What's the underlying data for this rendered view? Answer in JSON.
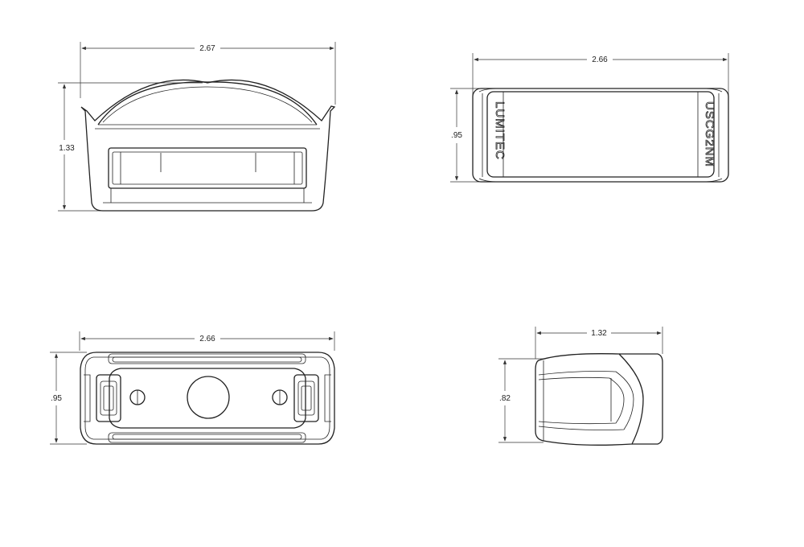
{
  "views": {
    "front": {
      "width_label": "2.67",
      "height_label": "1.33"
    },
    "top": {
      "width_label": "2.66",
      "height_label": ".95",
      "engraving_left": "LUMITEC",
      "engraving_right": "USCG2NM"
    },
    "bottom": {
      "width_label": "2.66",
      "height_label": ".95"
    },
    "side": {
      "width_label": "1.32",
      "height_label": ".82"
    }
  }
}
